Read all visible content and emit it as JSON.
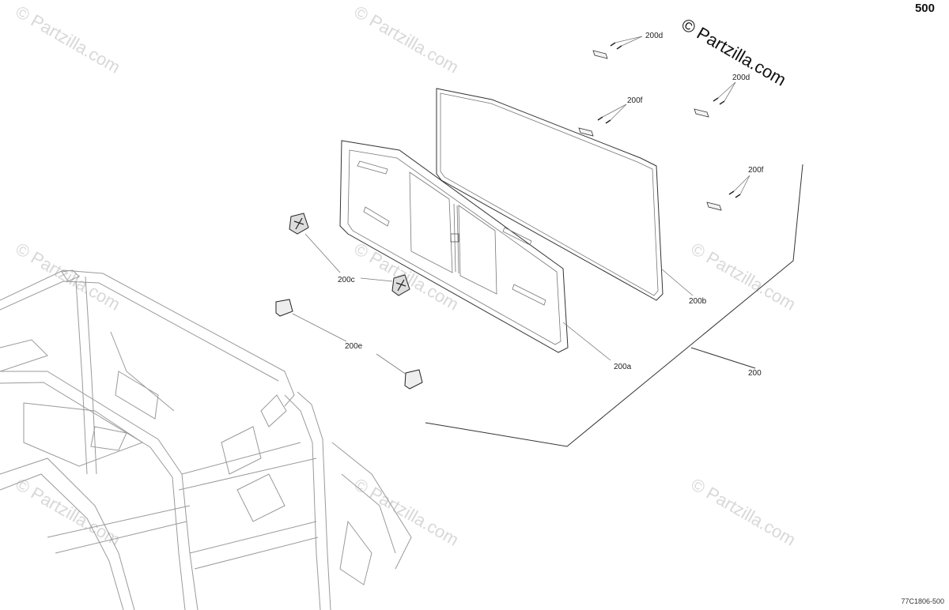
{
  "page_number": "500",
  "copyright": "© Partzilla.com",
  "watermark": "© Partzilla.com",
  "document_id": "77C1806-500",
  "callouts": {
    "c200": "200",
    "c200a": "200a",
    "c200b": "200b",
    "c200c": "200c",
    "c200d_1": "200d",
    "c200d_2": "200d",
    "c200e": "200e",
    "c200f_1": "200f",
    "c200f_2": "200f"
  }
}
